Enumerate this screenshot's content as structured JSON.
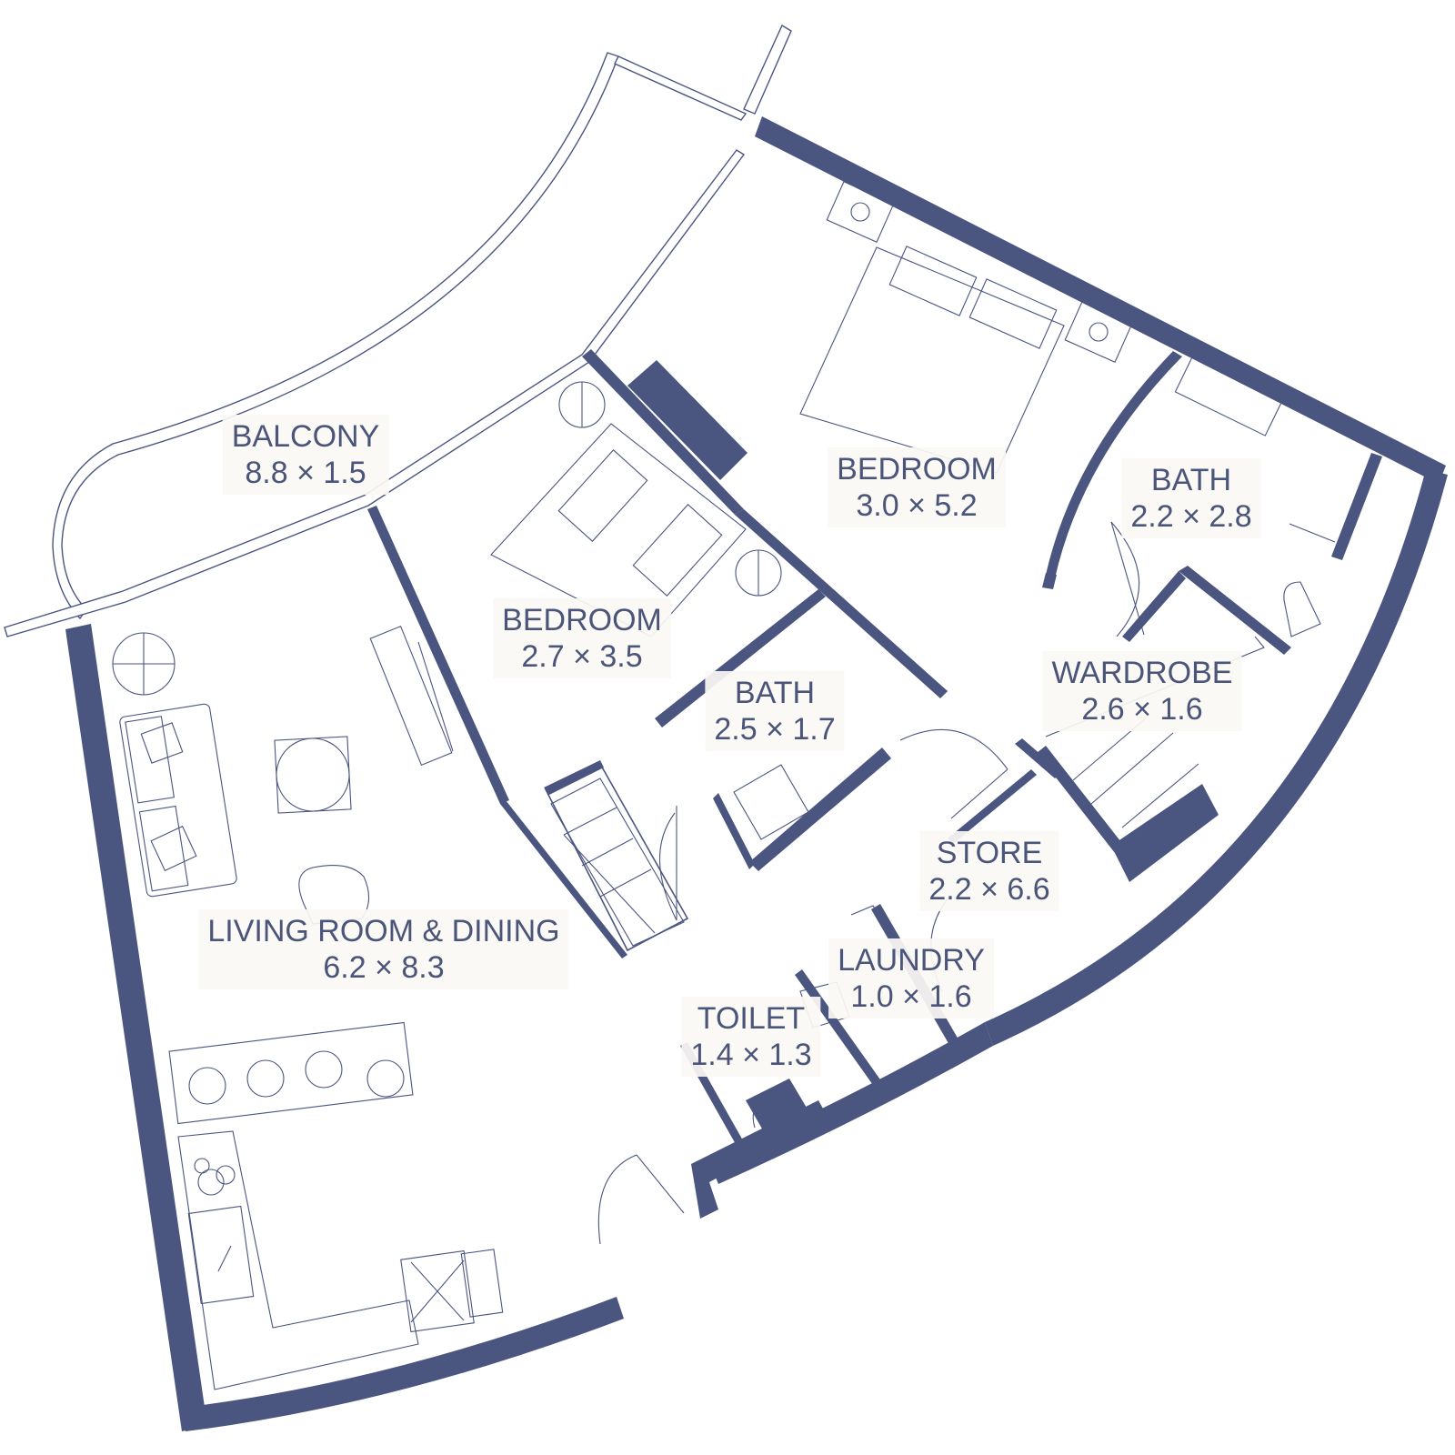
{
  "colors": {
    "wall": "#4a5580",
    "text": "#4b5579",
    "label_background": "#fbf9f4",
    "background": "#ffffff"
  },
  "rooms": [
    {
      "id": "balcony",
      "name": "BALCONY",
      "size": "8.8 × 1.5"
    },
    {
      "id": "bedroom_master",
      "name": "BEDROOM",
      "size": "3.0 × 5.2"
    },
    {
      "id": "bath_master",
      "name": "BATH",
      "size": "2.2 × 2.8"
    },
    {
      "id": "bedroom_second",
      "name": "BEDROOM",
      "size": "2.7 × 3.5"
    },
    {
      "id": "wardrobe",
      "name": "WARDROBE",
      "size": "2.6 × 1.6"
    },
    {
      "id": "bath_second",
      "name": "BATH",
      "size": "2.5 × 1.7"
    },
    {
      "id": "store",
      "name": "STORE",
      "size": "2.2 × 6.6"
    },
    {
      "id": "living_dining",
      "name": "LIVING ROOM & DINING",
      "size": "6.2 × 8.3"
    },
    {
      "id": "laundry",
      "name": "LAUNDRY",
      "size": "1.0 × 1.6"
    },
    {
      "id": "toilet",
      "name": "TOILET",
      "size": "1.4 × 1.3"
    }
  ]
}
